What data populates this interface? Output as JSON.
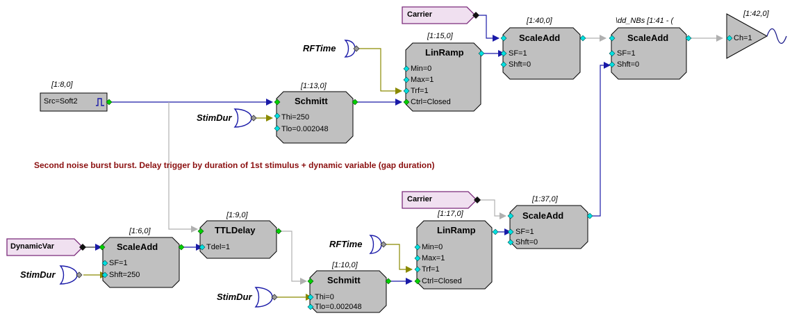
{
  "note": "Second noise burst burst.  Delay trigger by duration of 1st stimulus + dynamic variable (gap duration)",
  "colors": {
    "block_fill": "#c0c0c0",
    "note": "#8b1010",
    "wire_blue": "#1a1aa8",
    "wire_olive": "#8a8a00",
    "wire_grey": "#b0b0b0",
    "param_tag_fill": "#f0e0f0",
    "param_tag_border": "#7a2a7a",
    "port_cyan": "#00e0e0",
    "port_green": "#00d000"
  },
  "blocks": {
    "src": {
      "idx": "[1:8,0]",
      "param": "Src=Soft2"
    },
    "schmitt1": {
      "idx": "[1:13,0]",
      "title": "Schmitt",
      "p1": "Thi=250",
      "p2": "Tlo=0.002048"
    },
    "linramp1": {
      "idx": "[1:15,0]",
      "title": "LinRamp",
      "p1": "Min=0",
      "p2": "Max=1",
      "p3": "Trf=1",
      "p4": "Ctrl=Closed"
    },
    "scaleadd1": {
      "idx": "[1:40,0]",
      "title": "ScaleAdd",
      "p1": "SF=1",
      "p2": "Shft=0"
    },
    "scaleadd2": {
      "idx": "\\dd_NBs [1:41 - (",
      "title": "ScaleAdd",
      "p1": "SF=1",
      "p2": "Shft=0"
    },
    "dac": {
      "idx": "[1:42,0]",
      "p1": "Ch=1"
    },
    "scaleadd3": {
      "idx": "[1:6,0]",
      "title": "ScaleAdd",
      "p1": "SF=1",
      "p2": "Shft=250"
    },
    "ttldelay": {
      "idx": "[1:9,0]",
      "title": "TTLDelay",
      "p1": "Tdel=1"
    },
    "schmitt2": {
      "idx": "[1:10,0]",
      "title": "Schmitt",
      "p1": "Thi=0",
      "p2": "Tlo=0.002048"
    },
    "linramp2": {
      "idx": "[1:17,0]",
      "title": "LinRamp",
      "p1": "Min=0",
      "p2": "Max=1",
      "p3": "Trf=1",
      "p4": "Ctrl=Closed"
    },
    "scaleadd4": {
      "idx": "[1:37,0]",
      "title": "ScaleAdd",
      "p1": "SF=1",
      "p2": "Shft=0"
    }
  },
  "tags": {
    "carrier1": "Carrier",
    "carrier2": "Carrier",
    "dynamicvar": "DynamicVar"
  },
  "labels": {
    "rftime1": "RFTime",
    "stimdur1": "StimDur",
    "stimdur2": "StimDur",
    "rftime2": "RFTime",
    "stimdur3": "StimDur"
  }
}
